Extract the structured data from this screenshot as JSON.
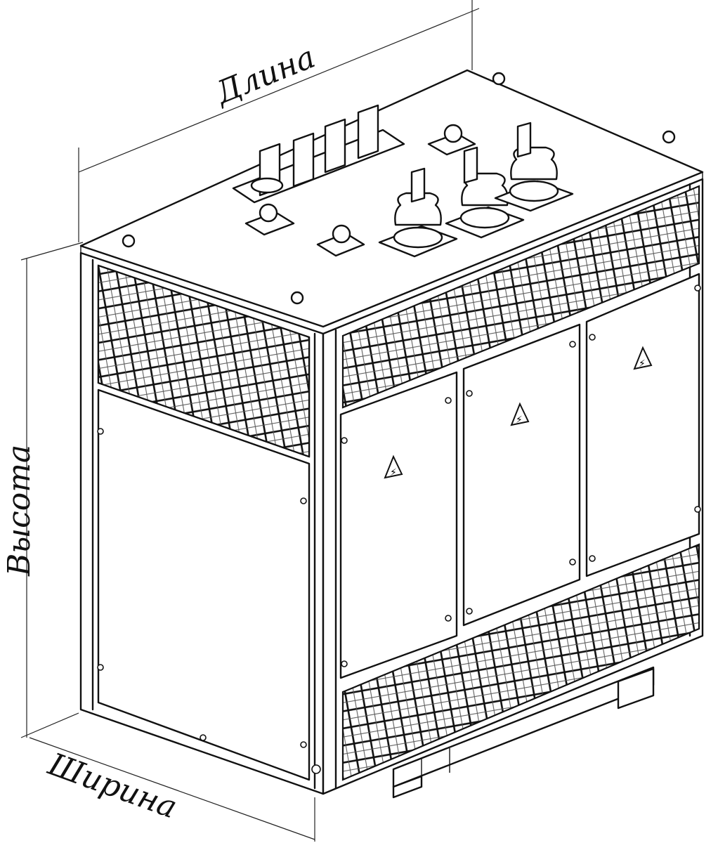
{
  "dimensions": {
    "length_label": "Длина",
    "height_label": "Высота",
    "width_label": "Ширина"
  },
  "warning_symbol": "⚡"
}
